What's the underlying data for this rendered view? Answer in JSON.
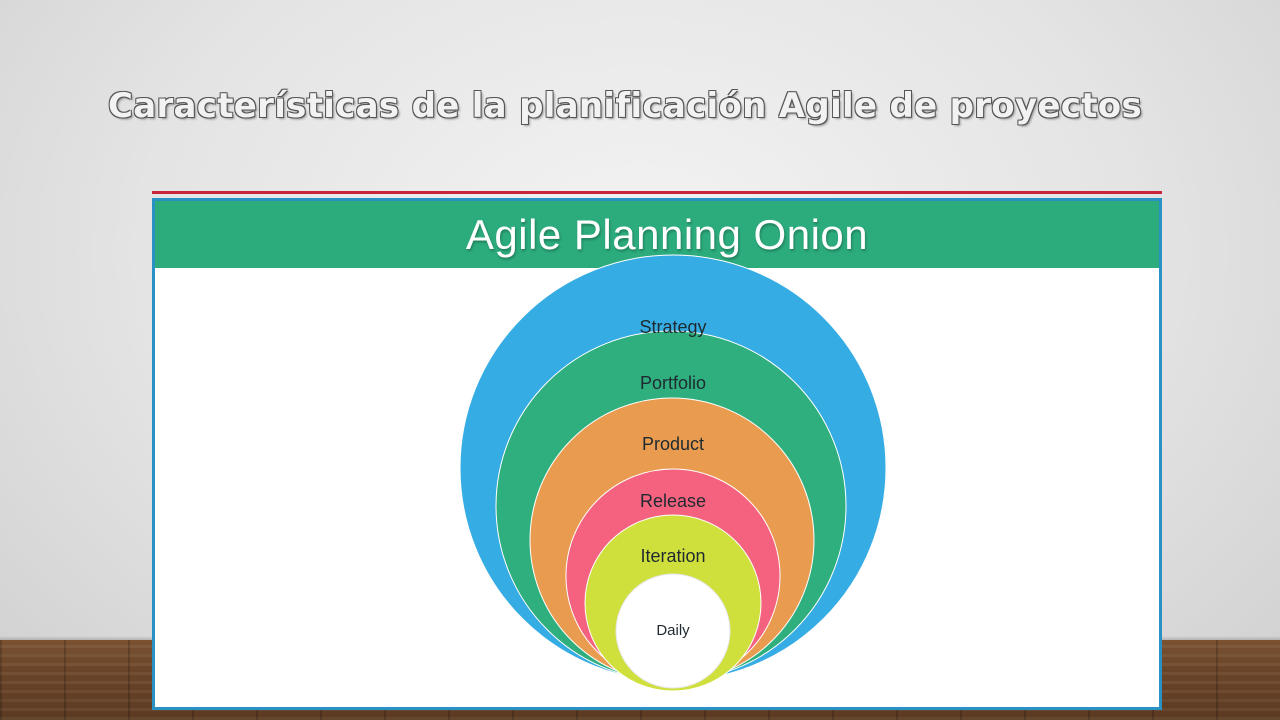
{
  "slide": {
    "title": "Características de la planificación Agile de proyectos"
  },
  "diagram": {
    "title": "Agile Planning Onion",
    "colors": {
      "header": "#2cab7c",
      "accent_line": "#c8243e",
      "panel_border": "#2a91c4"
    },
    "layers": [
      {
        "label": "Strategy",
        "color": "#35ace3"
      },
      {
        "label": "Portfolio",
        "color": "#2fae7e"
      },
      {
        "label": "Product",
        "color": "#e99b4f"
      },
      {
        "label": "Release",
        "color": "#f4627f"
      },
      {
        "label": "Iteration",
        "color": "#cfe03c"
      },
      {
        "label": "Daily",
        "color": "#ffffff"
      }
    ]
  }
}
